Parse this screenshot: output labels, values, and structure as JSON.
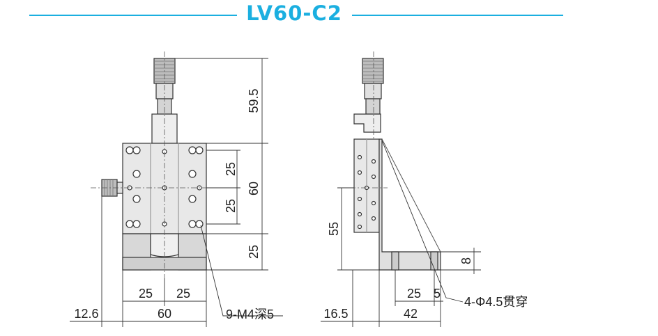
{
  "header": {
    "title": "LV60-C2",
    "accent_color": "#1bafe0"
  },
  "front_view": {
    "dimensions": {
      "height_micrometer": "59.5",
      "hole_pitch_upper": "25",
      "hole_pitch_lower": "25",
      "table_height": "60",
      "base_height": "25",
      "bottom_pitch_left": "25",
      "bottom_pitch_right": "25",
      "width": "60",
      "knob_offset": "12.6"
    },
    "callout": "9-M4深5"
  },
  "side_view": {
    "dimensions": {
      "vertical_height": "55",
      "base_thickness": "8",
      "hole_pitch": "25",
      "hole_offset": "5",
      "base_length": "42",
      "left_offset": "16.5"
    },
    "callout": "4-Φ4.5贯穿"
  },
  "colors": {
    "line": "#333333",
    "body_fill": "#e8e8e8",
    "shade_fill": "#c8c8c8"
  }
}
